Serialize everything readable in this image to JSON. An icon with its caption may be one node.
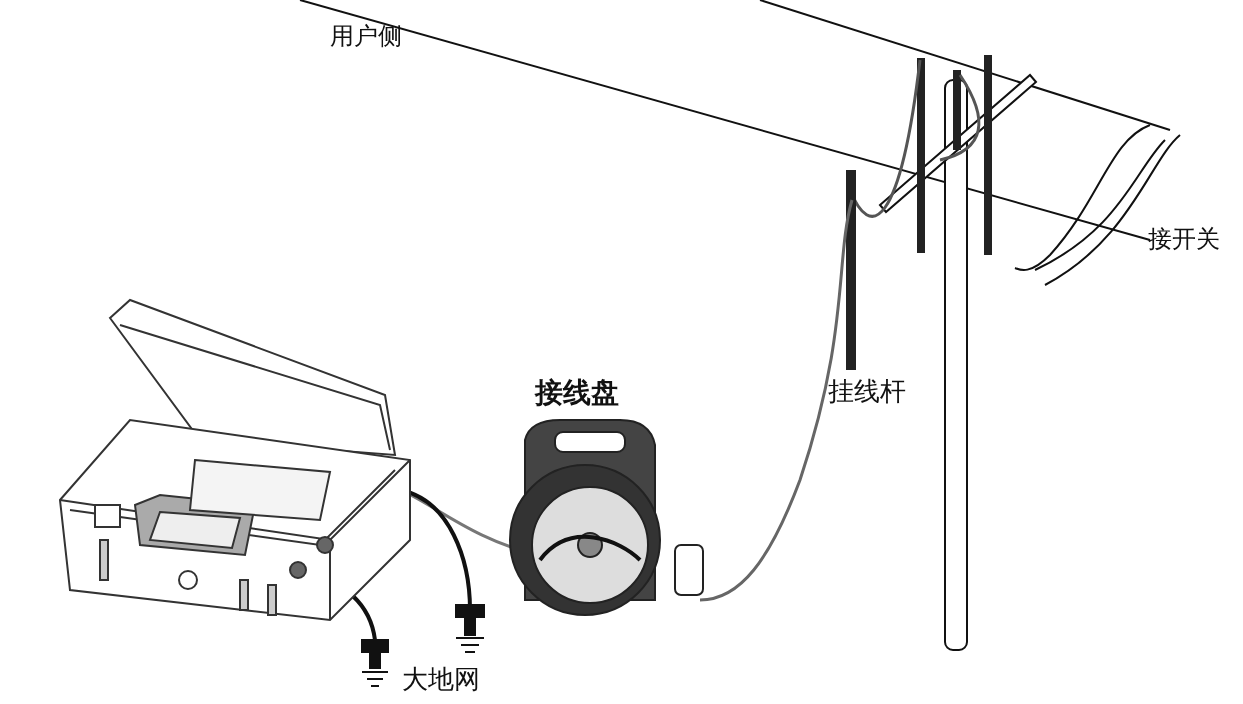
{
  "diagram": {
    "labels": [
      "用户侧",
      "接开关",
      "接线盘",
      "挂线杆",
      "大地网"
    ]
  }
}
